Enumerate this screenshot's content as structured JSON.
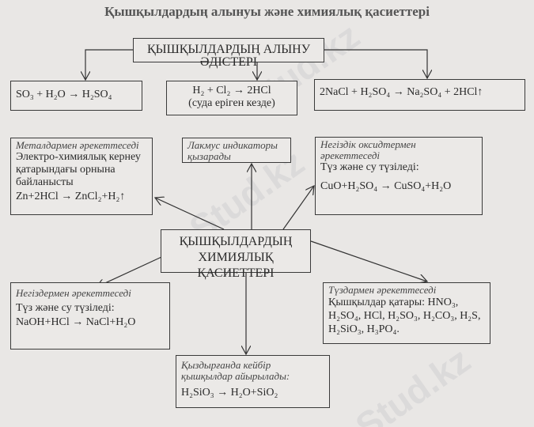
{
  "title": "Қышқылдардың алынуы және химиялық қасиеттері",
  "methods": {
    "header": "ҚЫШҚЫЛДАРДЫҢ АЛЫНУ ӘДІСТЕРІ",
    "items": [
      {
        "formula": "SO₃ + H₂O → H₂SO₄"
      },
      {
        "formula": "H₂ + Cl₂ → 2HCl",
        "note": "(суда еріген кезде)"
      },
      {
        "formula": "2NaCl + H₂SO₄ → Na₂SO₄ + 2HCl↑"
      }
    ]
  },
  "properties": {
    "header_line1": "ҚЫШҚЫЛДАРДЫҢ ХИМИЯЛЫҚ",
    "header_line2": "ҚАСИЕТТЕРІ",
    "metals": {
      "title": "Металдармен әрекеттеседі",
      "text": "Электро-химиялық кернеу қатарындағы орнына байланысты",
      "formula": "Zn+2HCl → ZnCl₂+H₂↑"
    },
    "litmus": {
      "title": "Лакмус индикаторы қызарады"
    },
    "oxides": {
      "title": "Негіздік оксидтермен әрекеттеседі",
      "text": "Түз және су түзіледі:",
      "formula": "CuO+H₂SO₄ → CuSO₄+H₂O"
    },
    "bases": {
      "title": "Негіздермен әрекеттеседі",
      "text": "Түз және су түзіледі:",
      "formula": "NaOH+HCl → NaCl+H₂O"
    },
    "salts": {
      "title": "Түздармен әрекеттеседі",
      "text": "Қышқылдар қатары: HNO₃, H₂SO₄, HCl, H₂SO₃, H₂CO₃, H₂S, H₂SiO₃, H₃PO₄."
    },
    "heating": {
      "title": "Қыздырғанда кейбір қышқылдар айырылады:",
      "formula": "H₂SiO₃ → H₂O+SiO₂"
    }
  },
  "watermark": "Stud.kz"
}
